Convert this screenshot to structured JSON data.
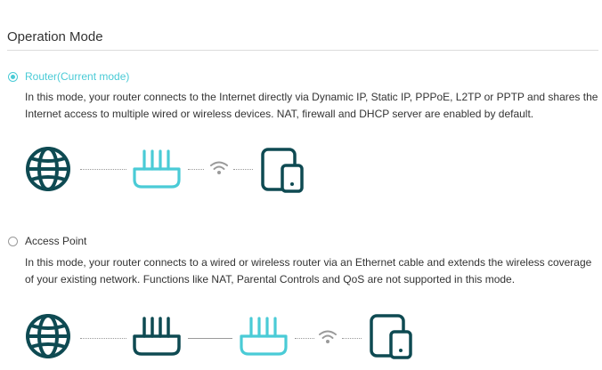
{
  "section": {
    "title": "Operation Mode"
  },
  "modes": [
    {
      "label": "Router(Current mode)",
      "selected": true,
      "description_lines": [
        "In this mode, your router connects to the Internet directly via Dynamic IP, Static IP, PPPoE, L2TP or PPTP and shares the",
        "Internet access to multiple wired or wireless devices. NAT, firewall and DHCP server are enabled by default."
      ],
      "diagram_icons": [
        "globe-icon",
        "router-icon",
        "wifi-icon",
        "device-icon"
      ]
    },
    {
      "label": "Access Point",
      "selected": false,
      "description_lines": [
        "In this mode, your router connects to a wired or wireless router via an Ethernet cable and extends the wireless coverage",
        "of your existing network. Functions like NAT, Parental Controls and QoS are not supported in this mode."
      ],
      "diagram_icons": [
        "globe-icon",
        "main-router-icon",
        "router-icon",
        "wifi-icon",
        "device-icon"
      ]
    }
  ],
  "colors": {
    "accent": "#4acbd6",
    "dark": "#0e4a52",
    "text": "#333333",
    "muted": "#9a9a9a"
  }
}
